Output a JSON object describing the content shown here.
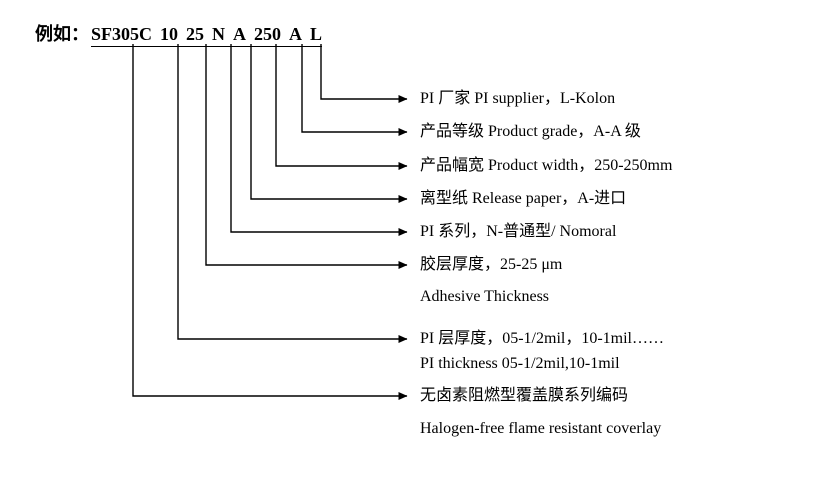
{
  "header": {
    "prefix": "例如：",
    "segments": [
      "SF305C",
      "10",
      "25",
      "N",
      "A",
      "250",
      "A",
      "L"
    ]
  },
  "rows": [
    {
      "label": "PI 厂家 PI supplier，L-Kolon"
    },
    {
      "label": "产品等级 Product grade，A-A 级"
    },
    {
      "label": "产品幅宽 Product width，250-250mm"
    },
    {
      "label": "离型纸 Release paper，A-进口"
    },
    {
      "label": "PI 系列，N-普通型/ Nomoral"
    },
    {
      "label": "胶层厚度，25-25 μm",
      "sub": "Adhesive Thickness"
    },
    {
      "label": "PI 层厚度，05-1/2mil，10-1mil……",
      "sub": "PI thickness 05-1/2mil,10-1mil"
    },
    {
      "label": "无卤素阻燃型覆盖膜系列编码",
      "sub": "Halogen-free flame resistant coverlay"
    }
  ]
}
